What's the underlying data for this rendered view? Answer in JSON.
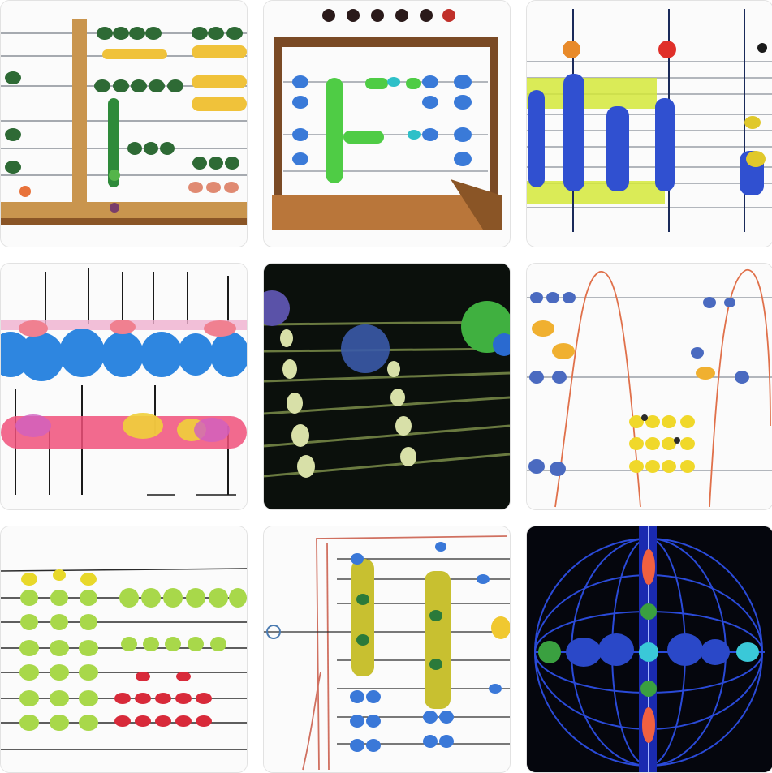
{
  "grid": {
    "tiles": [
      {
        "id": "abacus-1",
        "theme": "light"
      },
      {
        "id": "abacus-2",
        "theme": "light"
      },
      {
        "id": "abacus-3",
        "theme": "light"
      },
      {
        "id": "abacus-4",
        "theme": "light"
      },
      {
        "id": "abacus-5",
        "theme": "dark"
      },
      {
        "id": "abacus-6",
        "theme": "light"
      },
      {
        "id": "abacus-7",
        "theme": "light"
      },
      {
        "id": "abacus-8",
        "theme": "light"
      },
      {
        "id": "abacus-9",
        "theme": "dark"
      }
    ]
  },
  "colors": {
    "wood": "#c9954e",
    "wood_dark": "#8a5526",
    "blue": "#2d6fe0",
    "green": "#6cc04a",
    "yellow": "#f0d22a",
    "red": "#e03040",
    "dark_bg": "#0b0f0b"
  }
}
